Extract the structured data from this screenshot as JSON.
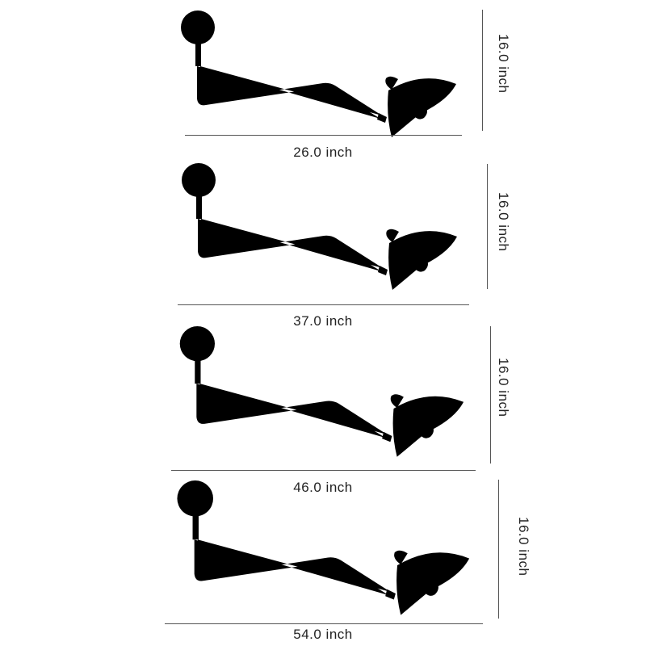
{
  "figure": {
    "type": "dimension-diagram",
    "subject": "wall lamp with swing arm",
    "line_color": "#222222",
    "dimension_line_color": "#555555",
    "background": "#ffffff"
  },
  "panels": [
    {
      "width_label": "26.0 inch",
      "height_label": "16.0 inch",
      "width_value": 26.0,
      "height_value": 16.0,
      "unit": "inch"
    },
    {
      "width_label": "37.0 inch",
      "height_label": "16.0 inch",
      "width_value": 37.0,
      "height_value": 16.0,
      "unit": "inch"
    },
    {
      "width_label": "46.0 inch",
      "height_label": "16.0 inch",
      "width_value": 46.0,
      "height_value": 16.0,
      "unit": "inch"
    },
    {
      "width_label": "54.0 inch",
      "height_label": "16.0 inch",
      "width_value": 54.0,
      "height_value": 16.0,
      "unit": "inch"
    }
  ]
}
